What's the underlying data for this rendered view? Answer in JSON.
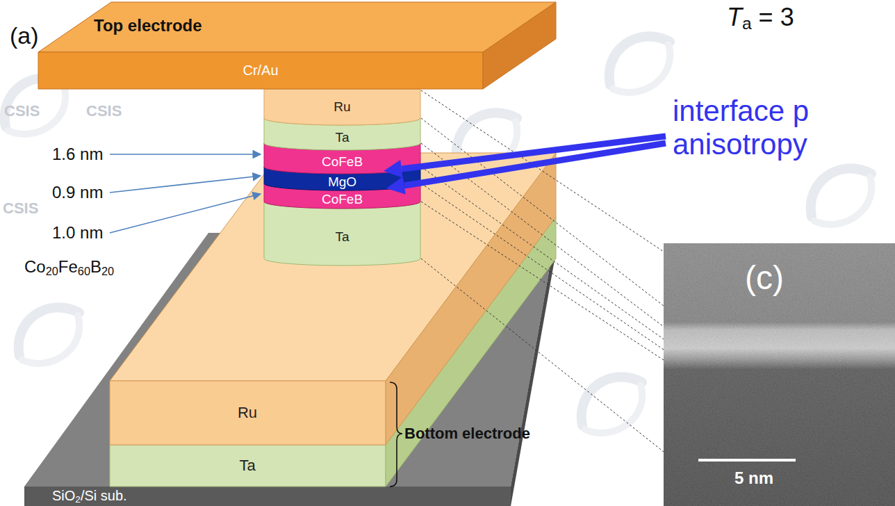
{
  "diagram": {
    "nodes": [
      {
        "text": [
          "Top electrode",
          "Cr/Au"
        ]
      },
      {
        "text": [
          "Ru"
        ]
      },
      {
        "text": [
          "Ta"
        ]
      },
      {
        "text": [
          "CoFeB"
        ]
      },
      {
        "text": [
          "MgO"
        ]
      },
      {
        "text": [
          "CoFeB"
        ]
      },
      {
        "text": [
          "Ta"
        ]
      },
      {
        "text": [
          "(c)",
          "5 nm"
        ]
      },
      {
        "text": [
          "Ru"
        ]
      },
      {
        "text": [
          "Ta"
        ]
      },
      {
        "text": [
          "SiO2/Si sub."
        ]
      }
    ],
    "labels": [
      "(a)",
      "Ta = 3",
      "interface p anisotropy",
      "1.6 nm",
      "0.9 nm",
      "1.0 nm",
      "Co20Fe60B20",
      "Bottom electrode",
      "CSIS",
      "CSIS",
      "CSIS"
    ]
  }
}
